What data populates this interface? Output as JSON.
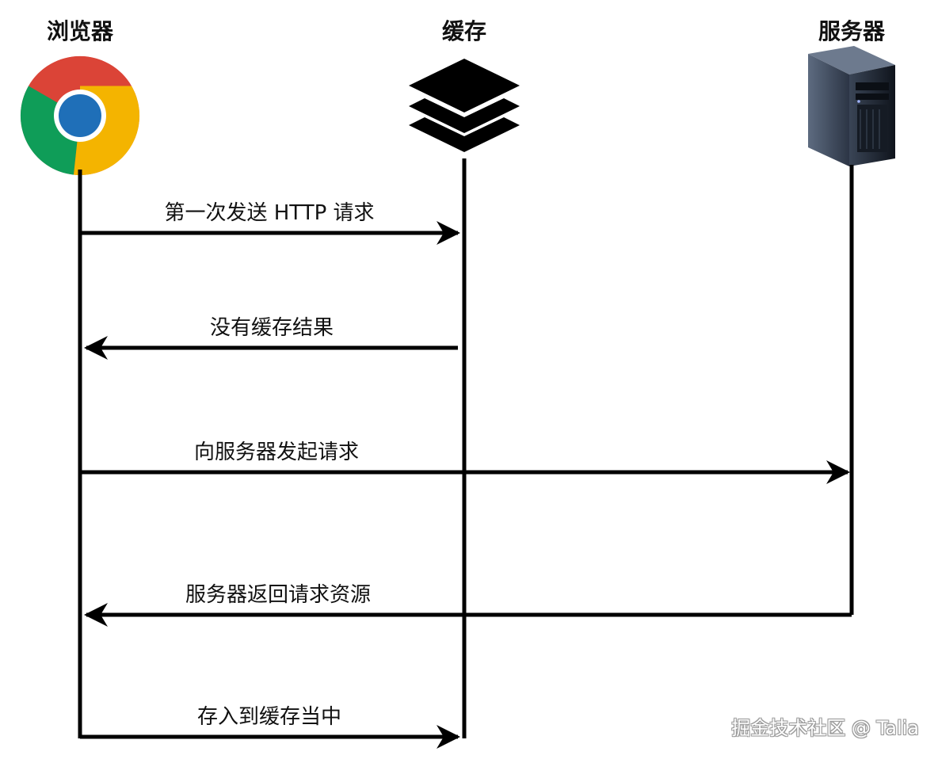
{
  "actors": {
    "browser": {
      "label": "浏览器",
      "icon": "chrome-icon"
    },
    "cache": {
      "label": "缓存",
      "icon": "layers-icon"
    },
    "server": {
      "label": "服务器",
      "icon": "server-tower-icon"
    }
  },
  "messages": [
    {
      "label": "第一次发送 HTTP 请求",
      "from": "browser",
      "to": "cache"
    },
    {
      "label": "没有缓存结果",
      "from": "cache",
      "to": "browser"
    },
    {
      "label": "向服务器发起请求",
      "from": "browser",
      "to": "server"
    },
    {
      "label": "服务器返回请求资源",
      "from": "server",
      "to": "browser"
    },
    {
      "label": "存入到缓存当中",
      "from": "browser",
      "to": "cache"
    }
  ],
  "watermark": "掘金技术社区 @ Talia",
  "colors": {
    "line": "#000000",
    "chrome_red": "#DB4437",
    "chrome_green": "#0F9D58",
    "chrome_yellow": "#F4B400",
    "chrome_blue": "#4285F4",
    "server_dark": "#1c2330"
  }
}
